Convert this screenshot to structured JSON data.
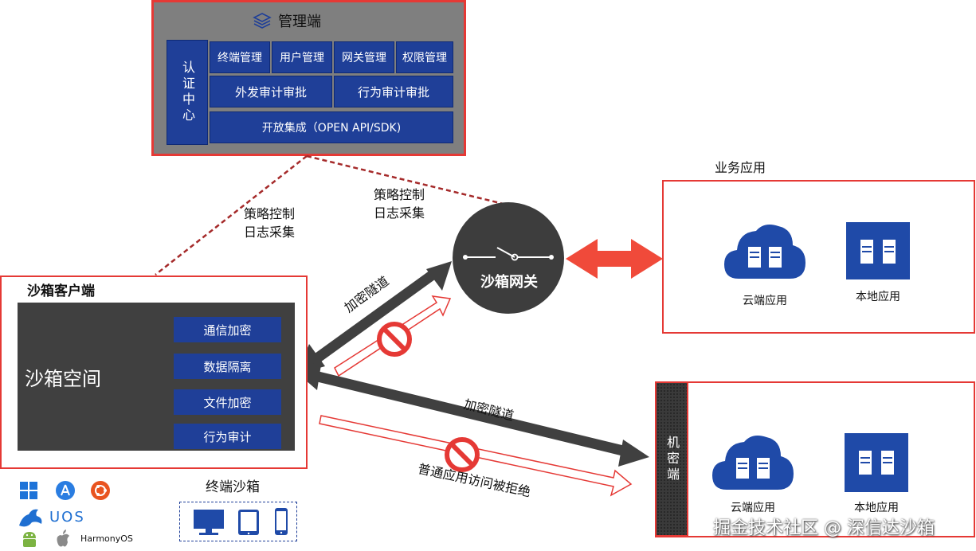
{
  "mgmt": {
    "title": "管理端",
    "auth_center": "认证中心",
    "row1": [
      "终端管理",
      "用户管理",
      "网关管理",
      "权限管理"
    ],
    "row2": [
      "外发审计审批",
      "行为审计审批"
    ],
    "row3": "开放集成（OPEN API/SDK)"
  },
  "labels": {
    "policy1": "策略控制",
    "log1": "日志采集",
    "policy2": "策略控制",
    "log2": "日志采集",
    "tunnel1": "加密隧道",
    "tunnel2": "加密隧道",
    "denied": "普通应用访问被拒绝"
  },
  "gateway": {
    "label": "沙箱网关"
  },
  "business": {
    "title": "业务应用",
    "cloud": "云端应用",
    "local": "本地应用"
  },
  "secret": {
    "label": "机密端",
    "cloud": "云端应用",
    "local": "本地应用"
  },
  "client": {
    "title": "沙箱客户端",
    "space": "沙箱空间",
    "features": [
      "通信加密",
      "数据隔离",
      "文件加密",
      "行为审计"
    ]
  },
  "os": {
    "uos": "UOS",
    "harmony": "HarmonyOS"
  },
  "terminal": {
    "title": "终端沙箱"
  },
  "watermark": "掘金技术社区 @ 深信达沙箱",
  "colors": {
    "red": "#e53935",
    "blue": "#1f3f98",
    "gateway": "#3d3d3d",
    "arrow": "#404040"
  }
}
